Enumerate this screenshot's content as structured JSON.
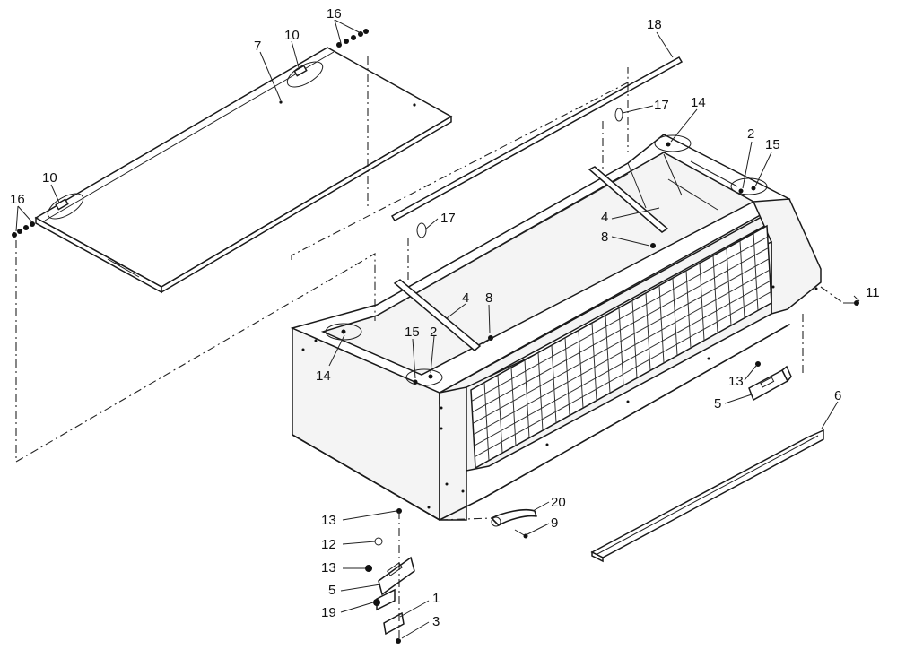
{
  "diagram": {
    "callouts": [
      {
        "id": "c-16a",
        "text": "16"
      },
      {
        "id": "c-10a",
        "text": "10"
      },
      {
        "id": "c-7",
        "text": "7"
      },
      {
        "id": "c-18",
        "text": "18"
      },
      {
        "id": "c-17a",
        "text": "17"
      },
      {
        "id": "c-14a",
        "text": "14"
      },
      {
        "id": "c-2a",
        "text": "2"
      },
      {
        "id": "c-15a",
        "text": "15"
      },
      {
        "id": "c-10b",
        "text": "10"
      },
      {
        "id": "c-16b",
        "text": "16"
      },
      {
        "id": "c-17b",
        "text": "17"
      },
      {
        "id": "c-4a",
        "text": "4"
      },
      {
        "id": "c-8a",
        "text": "8"
      },
      {
        "id": "c-4b",
        "text": "4"
      },
      {
        "id": "c-8b",
        "text": "8"
      },
      {
        "id": "c-11",
        "text": "11"
      },
      {
        "id": "c-15b",
        "text": "15"
      },
      {
        "id": "c-2b",
        "text": "2"
      },
      {
        "id": "c-14b",
        "text": "14"
      },
      {
        "id": "c-13a",
        "text": "13"
      },
      {
        "id": "c-5a",
        "text": "5"
      },
      {
        "id": "c-6",
        "text": "6"
      },
      {
        "id": "c-20",
        "text": "20"
      },
      {
        "id": "c-9",
        "text": "9"
      },
      {
        "id": "c-13b",
        "text": "13"
      },
      {
        "id": "c-12",
        "text": "12"
      },
      {
        "id": "c-13c",
        "text": "13"
      },
      {
        "id": "c-5b",
        "text": "5"
      },
      {
        "id": "c-1",
        "text": "1"
      },
      {
        "id": "c-19",
        "text": "19"
      },
      {
        "id": "c-3",
        "text": "3"
      }
    ]
  }
}
